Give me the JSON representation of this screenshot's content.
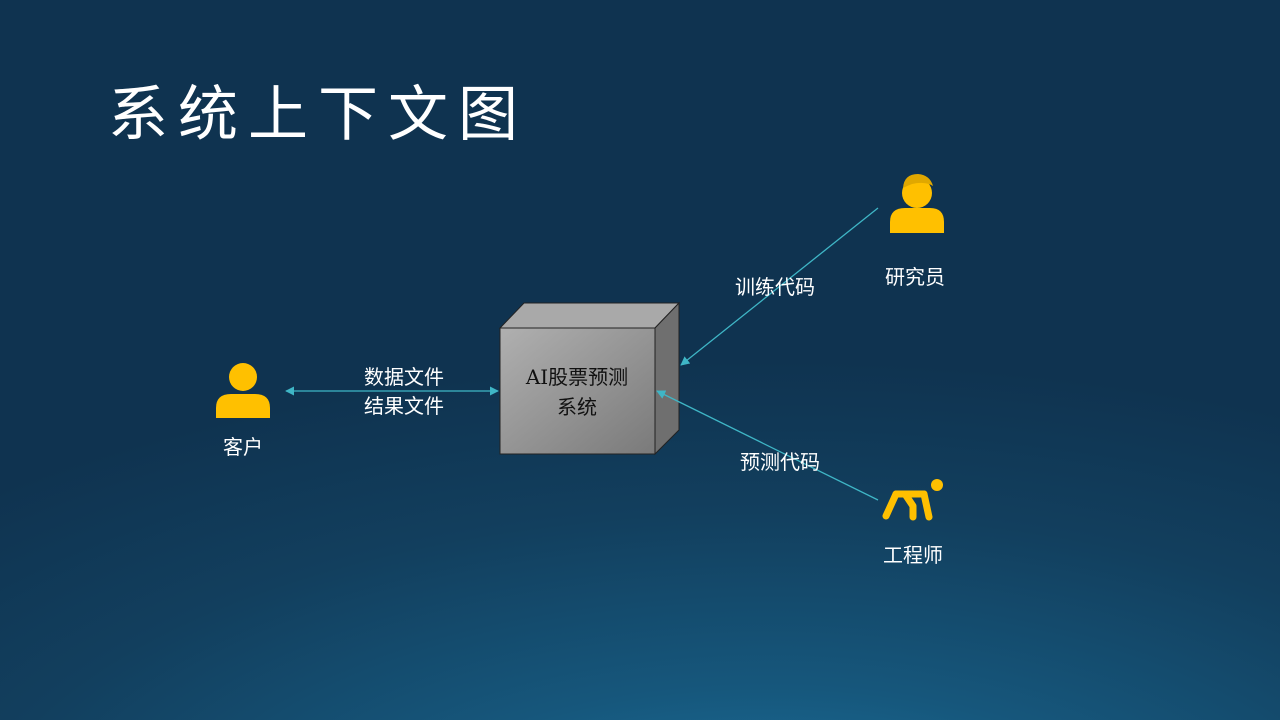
{
  "slide": {
    "title": "系统上下文图"
  },
  "system": {
    "line1": "AI股票预测",
    "line2": "系统"
  },
  "actors": {
    "customer": "客户",
    "researcher": "研究员",
    "engineer": "工程师"
  },
  "flows": {
    "customer_line1": "数据文件",
    "customer_line2": "结果文件",
    "researcher": "训练代码",
    "engineer": "预测代码"
  },
  "colors": {
    "icon": "#ffc000",
    "connector": "#3fb6c6",
    "box_front": "#8c8c8c",
    "box_top": "#a6a6a6",
    "box_side": "#6e6e6e"
  }
}
